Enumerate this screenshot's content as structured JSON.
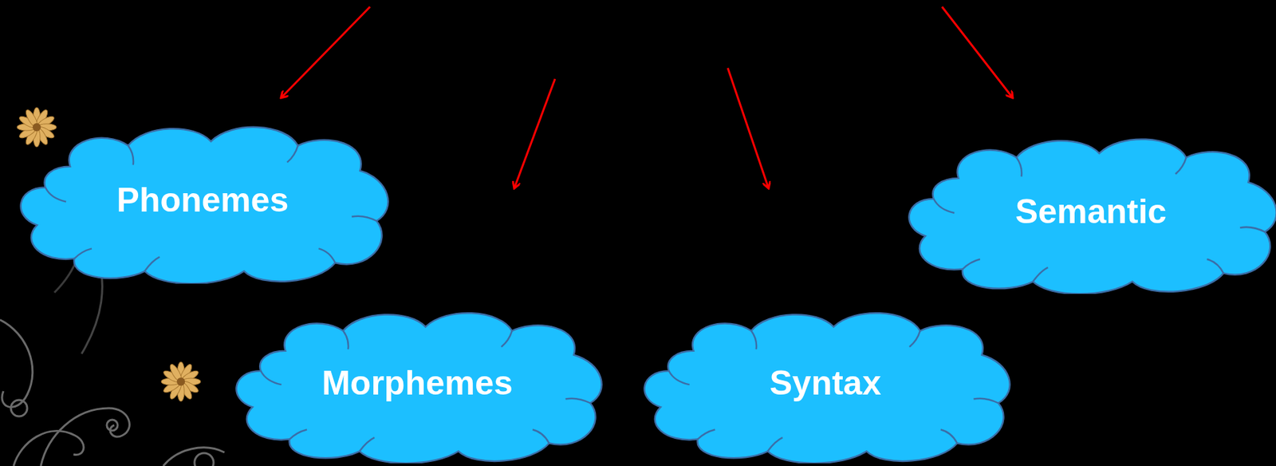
{
  "diagram": {
    "nodes": [
      {
        "text": [
          "Phonemes"
        ]
      },
      {
        "text": [
          "Morphemes"
        ]
      },
      {
        "text": [
          "Syntax"
        ]
      },
      {
        "text": [
          "Semantic"
        ]
      }
    ]
  }
}
